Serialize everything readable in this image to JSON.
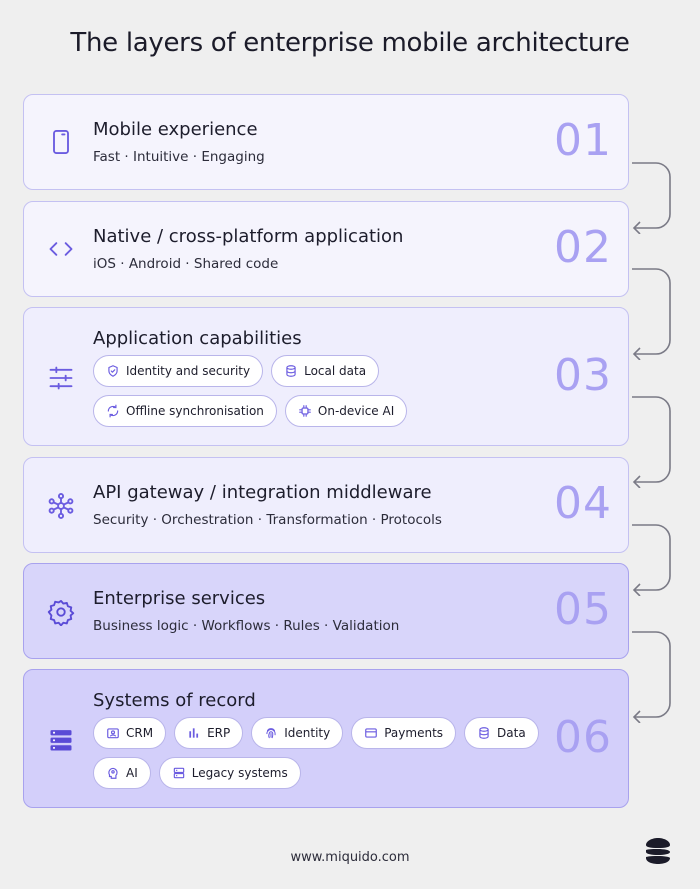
{
  "title": "The layers of enterprise mobile architecture",
  "layers": [
    {
      "number": "01",
      "title": "Mobile experience",
      "subtitle": "Fast · Intuitive · Engaging",
      "icon": "mobile-phone-icon"
    },
    {
      "number": "02",
      "title": "Native / cross-platform application",
      "subtitle": "iOS · Android · Shared code",
      "icon": "code-brackets-icon"
    },
    {
      "number": "03",
      "title": "Application capabilities",
      "icon": "sliders-icon",
      "chips": [
        {
          "label": "Identity and security",
          "icon": "shield-check-icon"
        },
        {
          "label": "Local data",
          "icon": "database-icon"
        },
        {
          "label": "Offline synchronisation",
          "icon": "offline-sync-icon"
        },
        {
          "label": "On-device AI",
          "icon": "chip-icon"
        }
      ]
    },
    {
      "number": "04",
      "title": "API gateway / integration middleware",
      "subtitle": "Security · Orchestration · Transformation · Protocols",
      "icon": "network-hub-icon"
    },
    {
      "number": "05",
      "title": "Enterprise services",
      "subtitle": "Business logic · Workflows · Rules · Validation",
      "icon": "gear-icon"
    },
    {
      "number": "06",
      "title": "Systems of record",
      "icon": "server-stack-icon",
      "chips": [
        {
          "label": "CRM",
          "icon": "id-card-icon"
        },
        {
          "label": "ERP",
          "icon": "bar-chart-icon"
        },
        {
          "label": "Identity",
          "icon": "fingerprint-icon"
        },
        {
          "label": "Payments",
          "icon": "credit-card-icon"
        },
        {
          "label": "Data",
          "icon": "database-icon"
        },
        {
          "label": "AI",
          "icon": "ai-brain-icon"
        },
        {
          "label": "Legacy systems",
          "icon": "legacy-server-icon"
        }
      ]
    }
  ],
  "footer": "www.miquido.com",
  "colors": {
    "background": "#efefef",
    "layer_light": "#f4f3fd",
    "layer_mid": "#ebe9fc",
    "layer_dark": "#d4d0fa",
    "accent": "#7b6ee6",
    "number": "#a9a1f2",
    "connector": "#7a7a86"
  }
}
